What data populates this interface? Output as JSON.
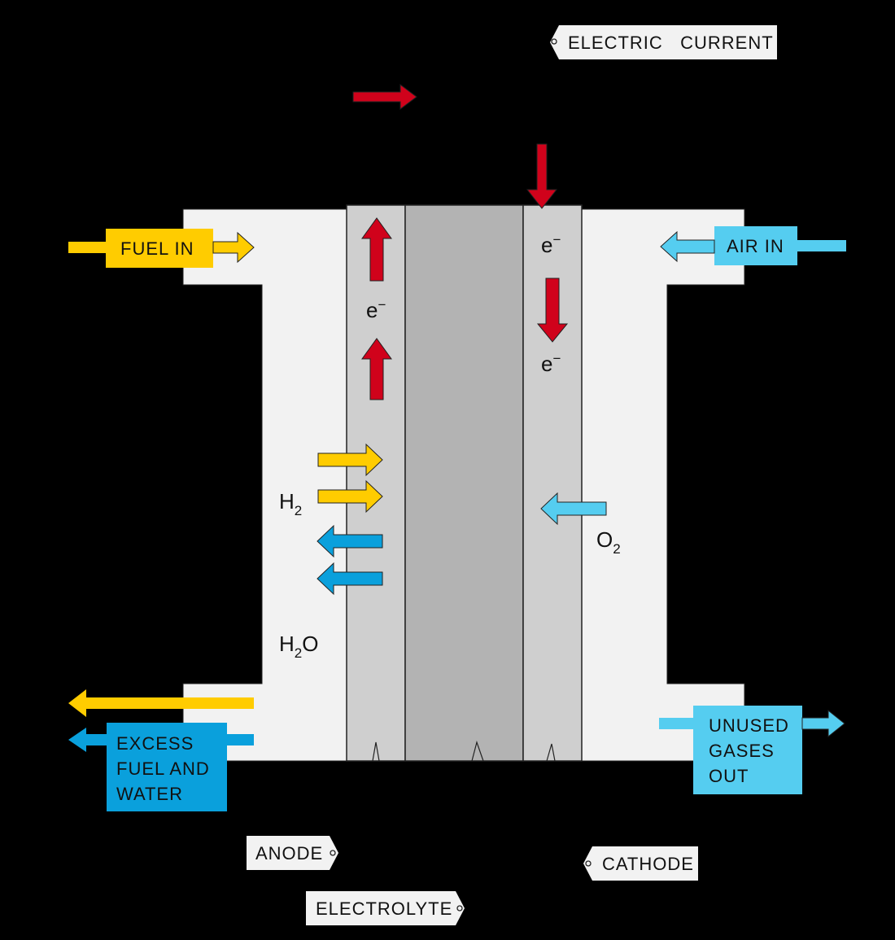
{
  "labels": {
    "electric_current": "ELECTRIC   CURRENT",
    "fuel_in": "FUEL  IN",
    "air_in": "AIR  IN",
    "excess_line1": "EXCESS",
    "excess_line2": "FUEL  AND",
    "excess_line3": "WATER",
    "unused_line1": "UNUSED",
    "unused_line2": "GASES",
    "unused_line3": "OUT",
    "anode": "ANODE",
    "cathode": "CATHODE",
    "electrolyte": "ELECTROLYTE"
  },
  "species": {
    "electron": "e",
    "electron_charge": "−",
    "hydrogen_base": "H",
    "hydrogen_sub": "2",
    "water_h": "H",
    "water_sub": "2",
    "water_o": "O",
    "oxygen_base": "O",
    "oxygen_sub": "2"
  },
  "colors": {
    "background": "#000000",
    "housing": "#f2f2f2",
    "electrode": "#cfcfcf",
    "electrolyte": "#b3b3b3",
    "electron_arrow": "#d0021b",
    "fuel_arrow": "#ffcc00",
    "water_arrow": "#0aa0dc",
    "air_arrow": "#55cdf0",
    "fuel_box": "#ffcc00",
    "air_box": "#55cdf0",
    "excess_box": "#0aa0dc",
    "unused_box": "#55cdf0",
    "tag": "#f2f2f2"
  }
}
